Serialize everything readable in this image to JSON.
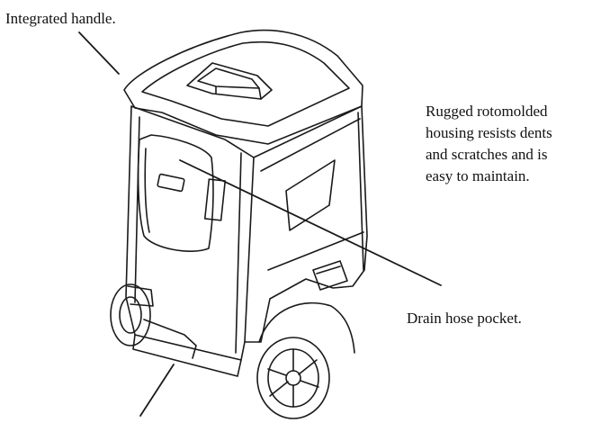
{
  "callouts": {
    "handle": "Integrated handle.",
    "housing": [
      "Rugged rotomolded",
      "housing resists dents",
      "and scratches and is",
      "easy to maintain."
    ],
    "pocket": "Drain hose pocket."
  },
  "colors": {
    "line": "#1a1a1a",
    "text": "#111111",
    "background": "#ffffff"
  }
}
